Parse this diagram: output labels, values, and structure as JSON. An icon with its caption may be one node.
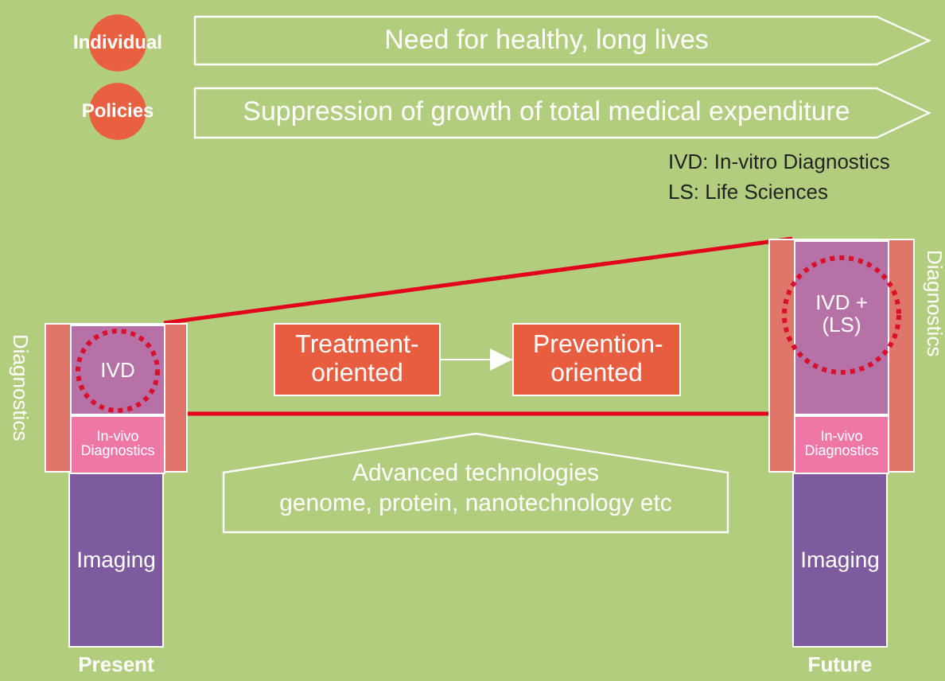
{
  "diagram": {
    "nodes": [
      {
        "text": [
          "Individual"
        ]
      },
      {
        "text": [
          "Need for healthy, long lives"
        ]
      },
      {
        "text": [
          "Policies"
        ]
      },
      {
        "text": [
          "Suppression of growth of total medical expenditure"
        ]
      },
      {
        "text": [
          "Diagnostics"
        ]
      },
      {
        "text": [
          "IVD"
        ],
        "in": 4
      },
      {
        "text": [
          "In-vivo Diagnostics"
        ],
        "in": 4
      },
      {
        "text": [
          "Imaging"
        ],
        "beside": [
          "Present"
        ]
      },
      {
        "text": [
          "Treatment- oriented"
        ]
      },
      {
        "text": [
          "Prevention- oriented"
        ]
      },
      {
        "text": [
          "Advanced technologies",
          "genome, protein, nanotechnology etc"
        ]
      },
      {
        "text": [
          "Diagnostics"
        ]
      },
      {
        "text": [
          "IVD + (LS)"
        ],
        "in": 11
      },
      {
        "text": [
          "In-vivo Diagnostics"
        ],
        "in": 11
      },
      {
        "text": [
          "Imaging"
        ],
        "beside": [
          "Future"
        ]
      }
    ],
    "edges": [
      {
        "from": 5,
        "to": 12,
        "arrow": "none"
      },
      {
        "from": 5,
        "to": 12,
        "arrow": "none"
      },
      {
        "from": 8,
        "to": 9,
        "arrow": "to",
        "color": "#ffffff"
      }
    ],
    "labels": [
      "IVD: In-vitro Diagnostics",
      "LS: Life Sciences"
    ]
  }
}
